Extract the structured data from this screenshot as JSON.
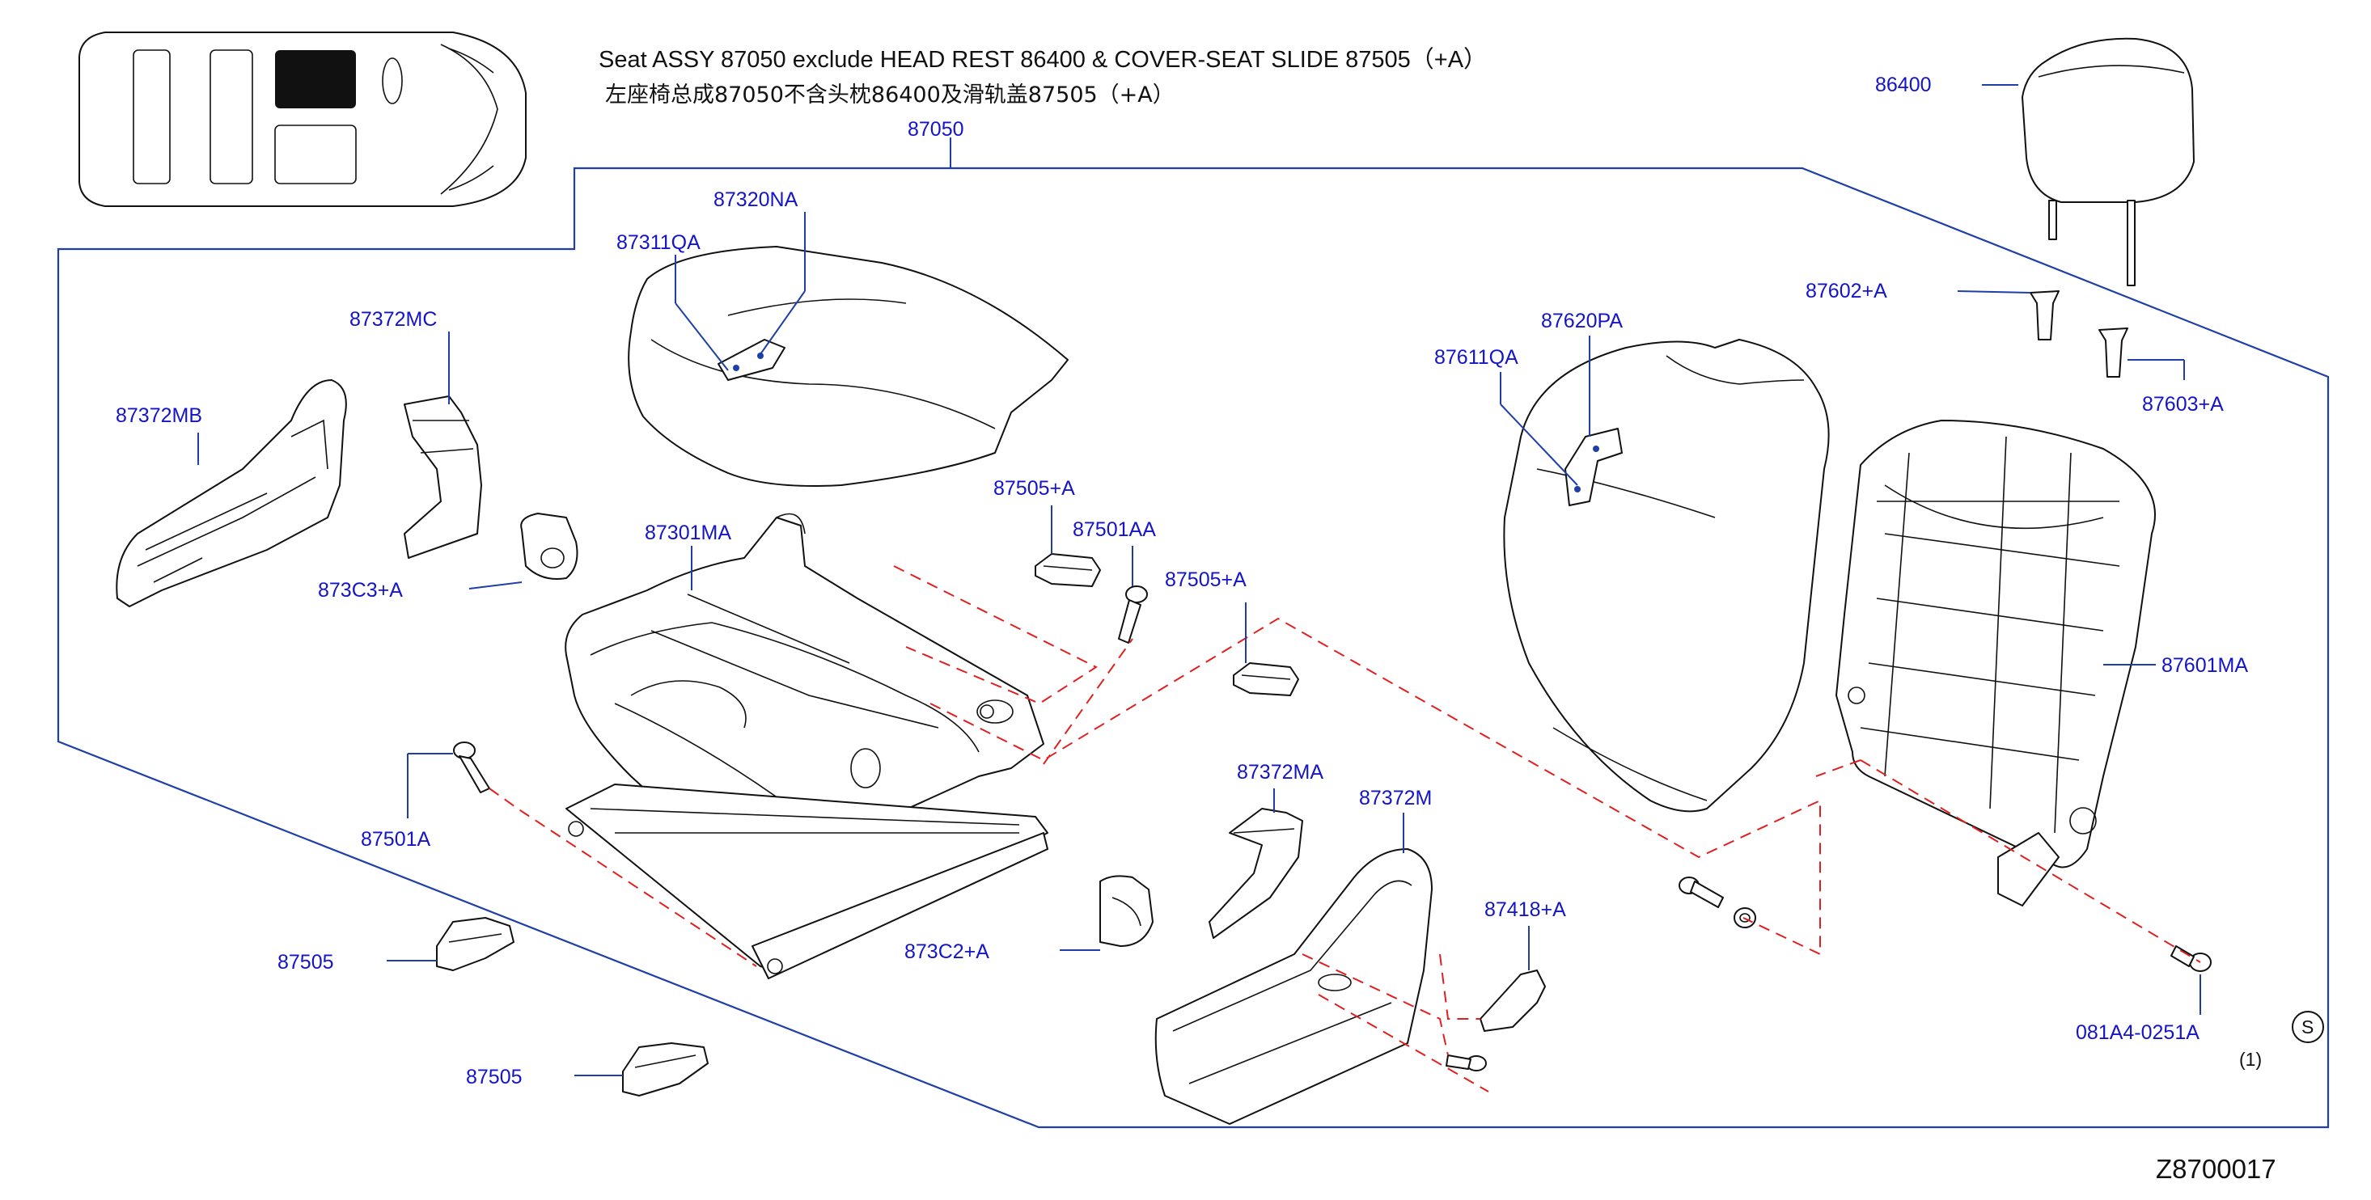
{
  "header": {
    "title_en": "Seat  ASSY  87050  exclude  HEAD  REST  86400  &  COVER-SEAT  SLIDE  87505（+A）",
    "title_cn": "左座椅总成87050不含头枕86400及滑轨盖87505（+A）"
  },
  "callouts": {
    "c87050": "87050",
    "c86400": "86400",
    "c87320NA": "87320NA",
    "c87311QA": "87311QA",
    "c87372MC": "87372MC",
    "c87372MB": "87372MB",
    "c873C3A": "873C3+A",
    "c87301MA": "87301MA",
    "c87505A_1": "87505+A",
    "c87501AA": "87501AA",
    "c87505A_2": "87505+A",
    "c87501A": "87501A",
    "c87505_1": "87505",
    "c87505_2": "87505",
    "c873C2A": "873C2+A",
    "c87372MA": "87372MA",
    "c87372M": "87372M",
    "c87418A": "87418+A",
    "c87620PA": "87620PA",
    "c87611QA": "87611QA",
    "c87602A": "87602+A",
    "c87603A": "87603+A",
    "c87601MA": "87601MA",
    "c081A4": "081A4-0251A"
  },
  "footnote": {
    "s_mark": "S",
    "count": "(1)"
  },
  "diagram_id": "Z8700017",
  "colors": {
    "callout_text": "#1414c8",
    "leader_line": "#1e3fa8",
    "assembly_dash": "#e02020",
    "line_art": "#111111"
  }
}
